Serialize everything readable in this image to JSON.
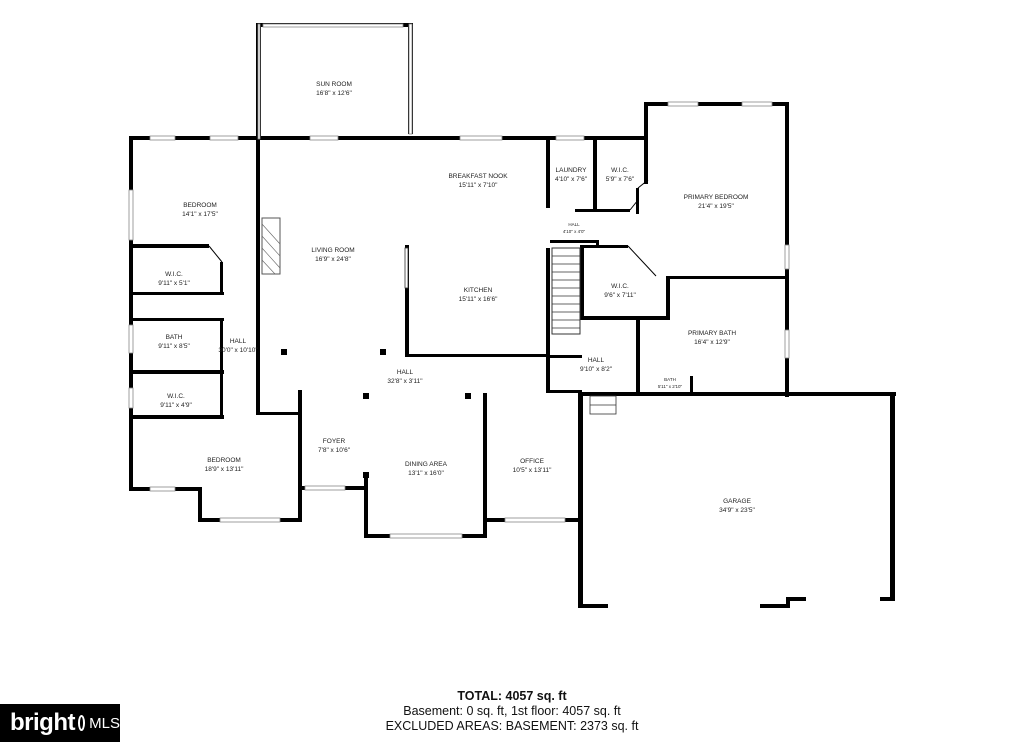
{
  "rooms": [
    {
      "id": "sun-room",
      "name": "SUN ROOM",
      "dims": "16'8\" x 12'6\""
    },
    {
      "id": "bedroom-1",
      "name": "BEDROOM",
      "dims": "14'1\" x 17'5\""
    },
    {
      "id": "breakfast-nook",
      "name": "BREAKFAST NOOK",
      "dims": "15'11\" x 7'10\""
    },
    {
      "id": "laundry",
      "name": "LAUNDRY",
      "dims": "4'10\" x 7'6\""
    },
    {
      "id": "wic-1",
      "name": "W.I.C.",
      "dims": "5'9\" x 7'6\""
    },
    {
      "id": "primary-bedroom",
      "name": "PRIMARY BEDROOM",
      "dims": "21'4\" x 19'5\""
    },
    {
      "id": "hall-small",
      "name": "HALL",
      "dims": "4'10\" x 4'0\""
    },
    {
      "id": "living-room",
      "name": "LIVING ROOM",
      "dims": "16'9\" x 24'8\""
    },
    {
      "id": "wic-2",
      "name": "W.I.C.",
      "dims": "9'11\" x 5'1\""
    },
    {
      "id": "kitchen",
      "name": "KITCHEN",
      "dims": "15'11\" x 16'6\""
    },
    {
      "id": "wic-3",
      "name": "W.I.C.",
      "dims": "9'6\" x 7'11\""
    },
    {
      "id": "primary-bath",
      "name": "PRIMARY BATH",
      "dims": "16'4\" x 12'9\""
    },
    {
      "id": "bath-1",
      "name": "BATH",
      "dims": "9'11\" x 8'5\""
    },
    {
      "id": "hall-left",
      "name": "HALL",
      "dims": "30'0\" x 10'10\""
    },
    {
      "id": "hall-center",
      "name": "HALL",
      "dims": "32'8\" x 3'11\""
    },
    {
      "id": "hall-right",
      "name": "HALL",
      "dims": "9'10\" x 8'2\""
    },
    {
      "id": "bath-2",
      "name": "BATH",
      "dims": "5'11\" x 2'10\""
    },
    {
      "id": "wic-4",
      "name": "W.I.C.",
      "dims": "9'11\" x 4'9\""
    },
    {
      "id": "foyer",
      "name": "FOYER",
      "dims": "7'8\" x 10'6\""
    },
    {
      "id": "bedroom-2",
      "name": "BEDROOM",
      "dims": "18'9\" x 13'11\""
    },
    {
      "id": "dining-area",
      "name": "DINING AREA",
      "dims": "13'1\" x 16'0\""
    },
    {
      "id": "office",
      "name": "OFFICE",
      "dims": "10'5\" x 13'11\""
    },
    {
      "id": "garage",
      "name": "GARAGE",
      "dims": "34'9\" x 23'5\""
    }
  ],
  "summary": {
    "total": "TOTAL: 4057 sq. ft",
    "floors": "Basement: 0 sq. ft, 1st floor: 4057 sq. ft",
    "excluded": "EXCLUDED AREAS: BASEMENT: 2373 sq. ft"
  },
  "logo": {
    "brand": "bright",
    "suffix": "MLS"
  },
  "colors": {
    "wall": "#000000",
    "background": "#ffffff",
    "logo_bg": "#000000"
  }
}
